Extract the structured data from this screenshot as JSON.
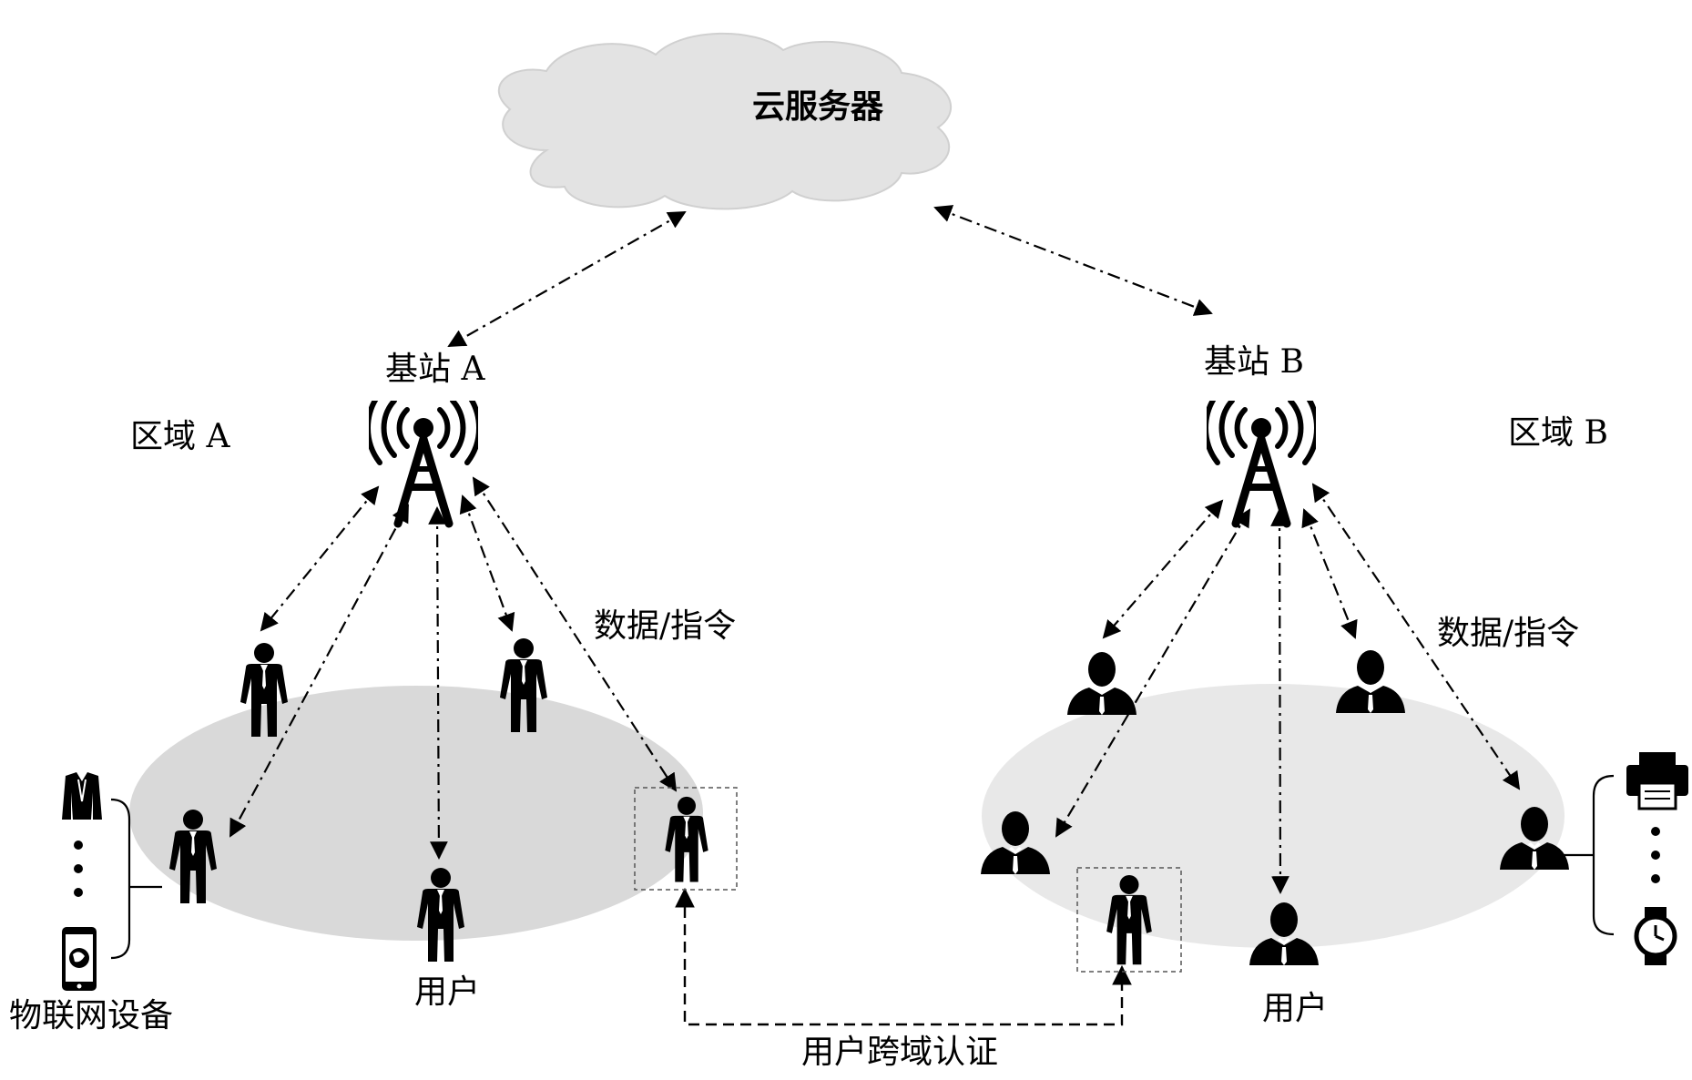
{
  "cloud": {
    "label": "云服务器"
  },
  "station_a": {
    "label": "基站 A",
    "region_label": "区域 A",
    "data_label": "数据/指令",
    "users_label": "用户"
  },
  "station_b": {
    "label": "基站 B",
    "region_label": "区域 B",
    "data_label": "数据/指令",
    "users_label": "用户"
  },
  "iot_label": "物联网设备",
  "cross_domain_label": "用户跨域认证",
  "colors": {
    "ellipse_a": "#d9d9d9",
    "ellipse_b": "#e8e8e8",
    "cloud": "#e3e3e3",
    "ink": "#000000"
  },
  "icons": [
    "cloud-icon",
    "signal-tower-icon",
    "person-icon",
    "user-avatar-icon",
    "jacket-icon",
    "smartphone-icon",
    "printer-icon",
    "smartwatch-icon"
  ]
}
